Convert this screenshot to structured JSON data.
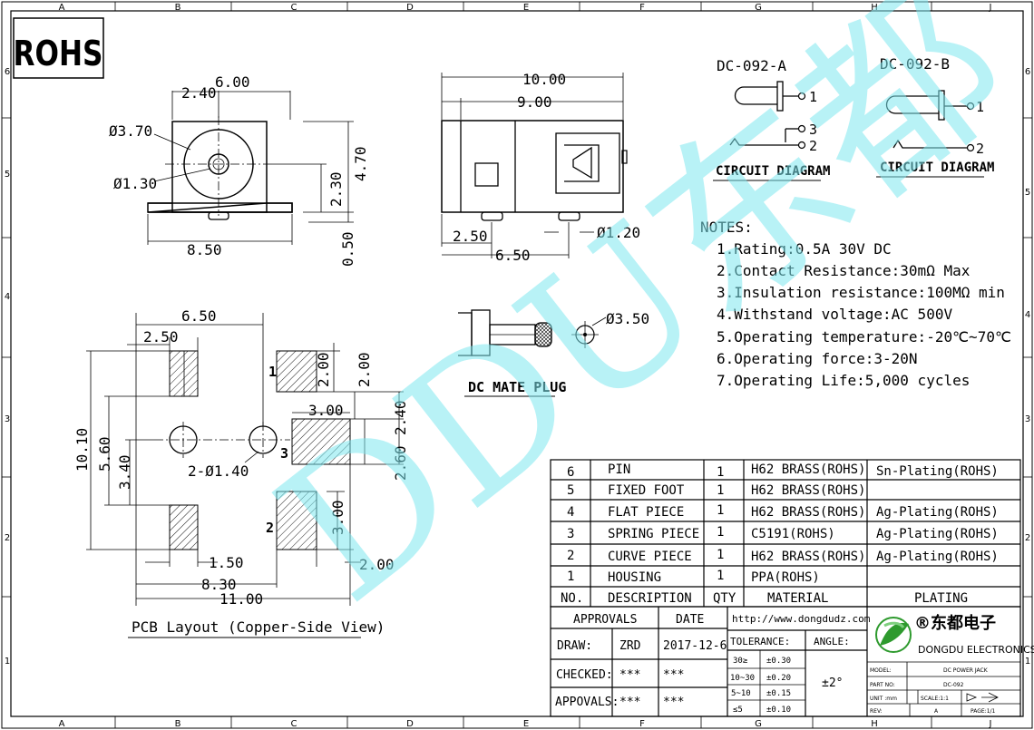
{
  "border": {
    "columns": [
      "A",
      "B",
      "C",
      "D",
      "E",
      "F",
      "G",
      "H",
      "J"
    ],
    "rows_left": [
      "6",
      "5",
      "4",
      "3",
      "2",
      "1"
    ],
    "rows_right": [
      "6",
      "5",
      "4",
      "3",
      "2",
      "1"
    ]
  },
  "rohs_label": "ROHS",
  "watermark": "DDU东都",
  "front_view": {
    "dim_width": "6.00",
    "dim_offset": "2.40",
    "dim_outer_dia": "Ø3.70",
    "dim_pin_dia": "Ø1.30",
    "dim_center_height": "2.30",
    "dim_height": "4.70",
    "dim_base": "8.50",
    "dim_standoff": "0.50"
  },
  "side_view": {
    "dim_overall": "10.00",
    "dim_body": "9.00",
    "dim_pin_offset": "2.50",
    "dim_pin_pitch": "6.50",
    "dim_pin_dia": "Ø1.20"
  },
  "pcb_layout": {
    "dim_top": "6.50",
    "dim_pad_width": "2.50",
    "dim_pad1_h": "2.00",
    "dim_pad1_gap": "2.00",
    "dim_pad3_w": "3.00",
    "dim_pad3_top": "2.40",
    "dim_pad3_h": "2.60",
    "dim_total_h": "10.10",
    "dim_mid_h": "5.60",
    "dim_lower_h": "3.40",
    "dim_holes": "2-Ø1.40",
    "dim_pad2_h": "3.00",
    "dim_pad_small": "1.50",
    "dim_span": "8.30",
    "dim_overall": "11.00",
    "dim_pad2_w": "2.00",
    "pad_labels": [
      "1",
      "3",
      "2"
    ],
    "caption": "PCB Layout (Copper-Side View)"
  },
  "mate_plug": {
    "dim_dia": "Ø3.50",
    "caption": "DC MATE PLUG"
  },
  "circuit": {
    "a_title": "DC-092-A",
    "b_title": "DC-092-B",
    "a_pins": [
      "1",
      "3",
      "2"
    ],
    "b_pins": [
      "1",
      "2"
    ],
    "caption": "CIRCUIT DIAGRAM"
  },
  "notes": {
    "title": "NOTES:",
    "items": [
      "1.Rating:0.5A 30V DC",
      "2.Contact Resistance:30mΩ  Max",
      "3.Insulation resistance:100MΩ  min",
      "4.Withstand voltage:AC 500V",
      "5.Operating temperature:-20℃~70℃",
      "6.Operating force:3-20N",
      "7.Operating Life:5,000 cycles"
    ]
  },
  "bom": {
    "headers": [
      "NO.",
      "DESCRIPTION",
      "QTY",
      "MATERIAL",
      "PLATING"
    ],
    "rows": [
      [
        "6",
        "PIN",
        "1",
        "H62 BRASS(ROHS)",
        "Sn-Plating(ROHS)"
      ],
      [
        "5",
        "FIXED FOOT",
        "1",
        "H62 BRASS(ROHS)",
        ""
      ],
      [
        "4",
        "FLAT PIECE",
        "1",
        "H62 BRASS(ROHS)",
        "Ag-Plating(ROHS)"
      ],
      [
        "3",
        "SPRING PIECE",
        "1",
        "C5191(ROHS)",
        "Ag-Plating(ROHS)"
      ],
      [
        "2",
        "CURVE PIECE",
        "1",
        "H62 BRASS(ROHS)",
        "Ag-Plating(ROHS)"
      ],
      [
        "1",
        "HOUSING",
        "1",
        "PPA(ROHS)",
        ""
      ]
    ]
  },
  "title_block": {
    "approvals": "APPROVALS",
    "date": "DATE",
    "url": "http://www.dongdudz.com",
    "draw_label": "DRAW:",
    "draw_by": "ZRD",
    "draw_date": "2017-12-6",
    "checked_label": "CHECKED:",
    "checked_by": "***",
    "checked_date": "***",
    "appovals_label": "APPOVALS:",
    "appovals_by": "***",
    "appovals_date": "***",
    "tolerance": "TOLERANCE:",
    "angle": "ANGLE:",
    "angle_value": "±2°",
    "tol_rows": [
      [
        "30≥",
        "±0.30"
      ],
      [
        "10~30",
        "±0.20"
      ],
      [
        "5~10",
        "±0.15"
      ],
      [
        "≤5",
        "±0.10"
      ]
    ],
    "company_cn": "®东都电子",
    "company_en": "DONGDU ELECTRONICS",
    "model_label": "MODEL:",
    "model_value": "DC POWER JACK",
    "part_label": "PART NO:",
    "part_value": "DC-092",
    "unit_label": "UNIT :mm",
    "scale_label": "SCALE:1:1",
    "rev_label": "REV:",
    "rev_value": "A",
    "page_label": "PAGE:1/1",
    "brand_color": "#2e9a2e"
  }
}
